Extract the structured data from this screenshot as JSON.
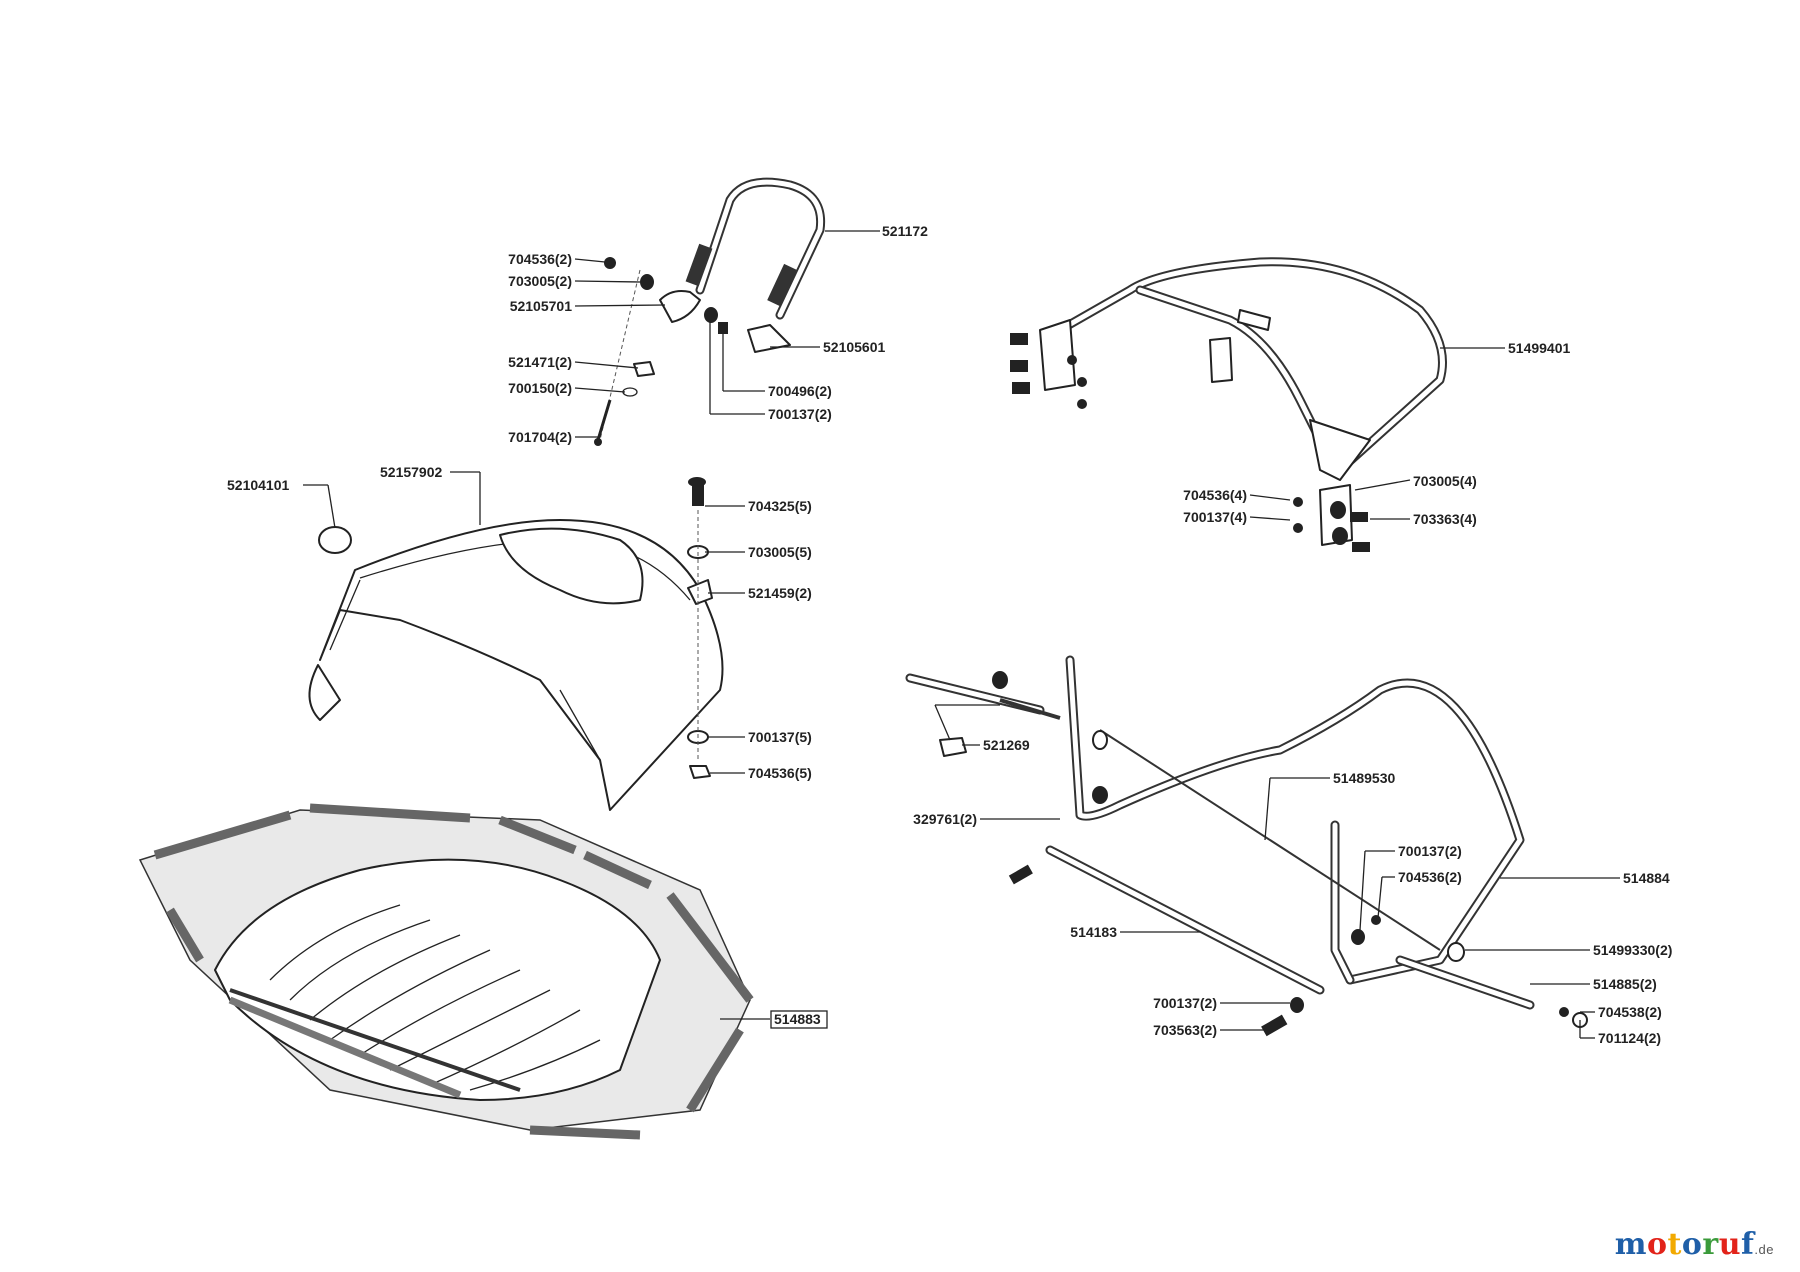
{
  "labels": {
    "l521172": "521172",
    "l704536_2a": "704536(2)",
    "l703005_2a": "703005(2)",
    "l52105701": "52105701",
    "l52105601": "52105601",
    "l521471_2": "521471(2)",
    "l700496_2": "700496(2)",
    "l700150_2": "700150(2)",
    "l700137_2a": "700137(2)",
    "l701704_2": "701704(2)",
    "l51499401": "51499401",
    "l704536_4": "704536(4)",
    "l700137_4": "700137(4)",
    "l703005_4": "703005(4)",
    "l703363_4": "703363(4)",
    "l52104101": "52104101",
    "l52157902": "52157902",
    "l704325_5": "704325(5)",
    "l703005_5": "703005(5)",
    "l521459_2": "521459(2)",
    "l700137_5": "700137(5)",
    "l704536_5": "704536(5)",
    "l514883": "514883",
    "l521269": "521269",
    "l51489530": "51489530",
    "l329761_2": "329761(2)",
    "l700137_2b": "700137(2)",
    "l704536_2b": "704536(2)",
    "l514884": "514884",
    "l514183": "514183",
    "l51499330_2": "51499330(2)",
    "l514885_2": "514885(2)",
    "l700137_2c": "700137(2)",
    "l704538_2": "704538(2)",
    "l703563_2": "703563(2)",
    "l701124_2": "701124(2)"
  },
  "brand": {
    "letters": [
      "m",
      "o",
      "t",
      "o",
      "r",
      "u",
      "f"
    ],
    "colors": [
      "#1f5fa8",
      "#e2231a",
      "#f2a900",
      "#1f5fa8",
      "#3a9a3a",
      "#e2231a",
      "#1f5fa8"
    ],
    "domain": ".de"
  }
}
